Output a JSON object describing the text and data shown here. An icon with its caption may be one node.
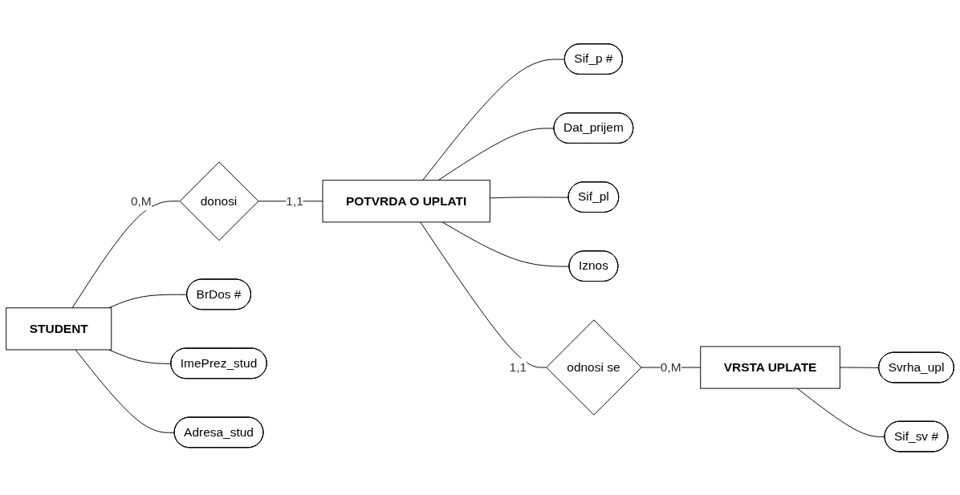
{
  "diagram": {
    "nodes": [
      {
        "text": [
          "STUDENT"
        ]
      },
      {
        "text": [
          "donosi"
        ]
      },
      {
        "text": [
          "POTVRDA O UPLATI"
        ]
      },
      {
        "text": [
          "BrDos #"
        ]
      },
      {
        "text": [
          "ImePrez_stud"
        ]
      },
      {
        "text": [
          "Adresa_stud"
        ]
      },
      {
        "text": [
          "Sif_p #"
        ]
      },
      {
        "text": [
          "Dat_prijem"
        ]
      },
      {
        "text": [
          "Sif_pl"
        ]
      },
      {
        "text": [
          "Iznos"
        ]
      },
      {
        "text": [
          "odnosi se"
        ]
      },
      {
        "text": [
          "VRSTA UPLATE"
        ]
      },
      {
        "text": [
          "Svrha_upl"
        ]
      },
      {
        "text": [
          "Sif_sv #"
        ]
      }
    ],
    "edges": [
      {
        "from": 0,
        "to": 1,
        "arrow": "none",
        "label": "0,M"
      },
      {
        "from": 1,
        "to": 2,
        "arrow": "none",
        "label": "1,1"
      },
      {
        "from": 0,
        "to": 3,
        "arrow": "none"
      },
      {
        "from": 0,
        "to": 4,
        "arrow": "none"
      },
      {
        "from": 0,
        "to": 5,
        "arrow": "none"
      },
      {
        "from": 2,
        "to": 6,
        "arrow": "none"
      },
      {
        "from": 2,
        "to": 7,
        "arrow": "none"
      },
      {
        "from": 2,
        "to": 8,
        "arrow": "none"
      },
      {
        "from": 2,
        "to": 9,
        "arrow": "none"
      },
      {
        "from": 2,
        "to": 10,
        "arrow": "none",
        "label": "1,1"
      },
      {
        "from": 10,
        "to": 11,
        "arrow": "none",
        "label": "0,M"
      },
      {
        "from": 11,
        "to": 12,
        "arrow": "none"
      },
      {
        "from": 11,
        "to": 13,
        "arrow": "none"
      }
    ]
  }
}
